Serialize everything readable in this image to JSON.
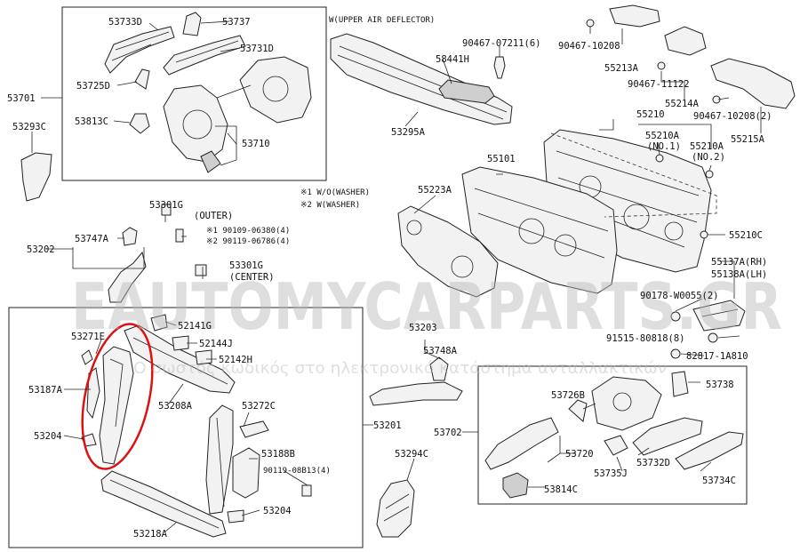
{
  "watermark": {
    "main": "EAUTOMYCARPARTS.GR",
    "sub": "Ο σωστός κωδικός στο ηλεκτρονικό κατάστημα ανταλλακτικών"
  },
  "notes": {
    "upper_air_deflector": "W(UPPER AIR DEFLECTOR)",
    "note1": "※1 W/O(WASHER)",
    "note2": "※2 W(WASHER)"
  },
  "labels": {
    "53733D": "53733D",
    "53737": "53737",
    "53731D": "53731D",
    "53725D": "53725D",
    "53813C": "53813C",
    "53710": "53710",
    "53701": "53701",
    "53293C": "53293C",
    "53301G_outer": "53301G",
    "outer": "(OUTER)",
    "90109": "※1 90109-06380(4)",
    "90119a": "※2 90119-06786(4)",
    "53301G_center": "53301G",
    "center": "(CENTER)",
    "53747A": "53747A",
    "53202": "53202",
    "52141G": "52141G",
    "52144J": "52144J",
    "52142H": "52142H",
    "53271E": "53271E",
    "53187A": "53187A",
    "53208A": "53208A",
    "53272C": "53272C",
    "53204a": "53204",
    "53188B": "53188B",
    "90119b": "90119-08B13(4)",
    "53204b": "53204",
    "53218A": "53218A",
    "53201": "53201",
    "53203": "53203",
    "53748A": "53748A",
    "53294C": "53294C",
    "90467_07211": "90467-07211(6)",
    "58441H": "58441H",
    "53295A": "53295A",
    "90467_10208a": "90467-10208",
    "55213A": "55213A",
    "90467_11122": "90467-11122",
    "55214A": "55214A",
    "90467_10208b": "90467-10208(2)",
    "55215A": "55215A",
    "55210": "55210",
    "55210A_1": "55210A",
    "no1": "(NO.1)",
    "55210A_2": "55210A",
    "no2": "(NO.2)",
    "55101": "55101",
    "55223A": "55223A",
    "55210C": "55210C",
    "55137A": "55137A(RH)",
    "55138A": "55138A(LH)",
    "90178": "90178-W0055(2)",
    "91515": "91515-80818(8)",
    "82817": "82817-1A810",
    "53738": "53738",
    "53726B": "53726B",
    "53702": "53702",
    "53720": "53720",
    "53732D": "53732D",
    "53735J": "53735J",
    "53734C": "53734C",
    "53814C": "53814C"
  }
}
